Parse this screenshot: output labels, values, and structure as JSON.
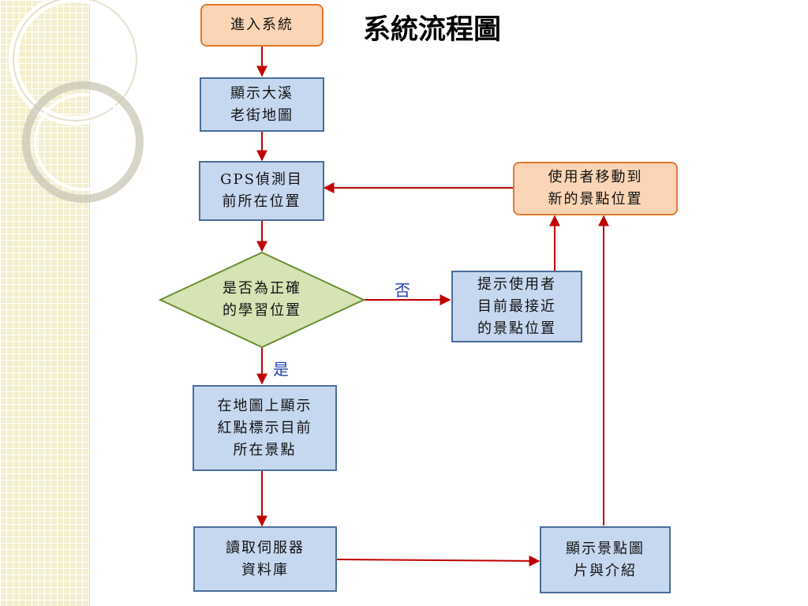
{
  "title": "系統流程圖",
  "nodes": {
    "enter_system": "進入系統",
    "show_map": "顯示大溪\n老街地圖",
    "gps_detect": "GPS偵測目\n前所在位置",
    "decision": "是否為正確\n的學習位置",
    "hint_nearest": "提示使用者\n目前最接近\n的景點位置",
    "user_moves": "使用者移動到\n新的景點位置",
    "mark_location": "在地圖上顯示\n紅點標示目前\n所在景點",
    "read_database": "讀取伺服器\n資料庫",
    "show_intro": "顯示景點圖\n片與介紹"
  },
  "edges": {
    "no_label": "否",
    "yes_label": "是"
  },
  "colors": {
    "process_fill": "#c6d8f0",
    "process_border": "#4a6d9a",
    "terminal_fill": "#fbd5b5",
    "terminal_border": "#e3782f",
    "decision_fill": "#d5e3b5",
    "decision_border": "#6b8e2f",
    "arrow": "#c00000",
    "edge_label": "#1f3fb8"
  }
}
